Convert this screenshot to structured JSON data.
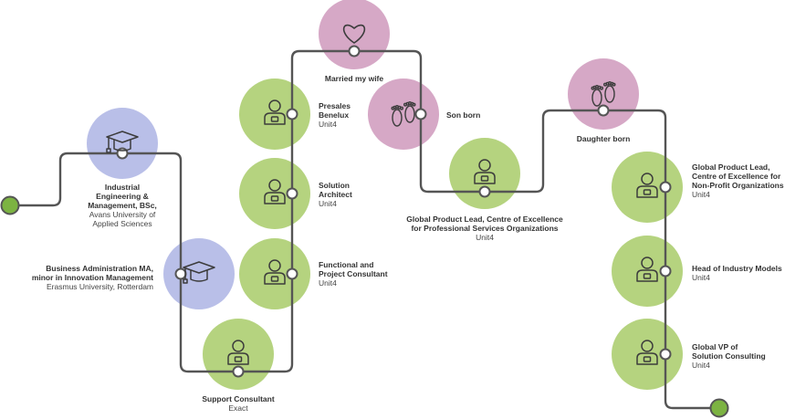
{
  "colors": {
    "path": "#555555",
    "work": "#b5d37f",
    "education": "#b9bfe8",
    "personal": "#d6a8c6",
    "endpoint": "#7cb342",
    "icon_stroke": "#3c3c3c"
  },
  "milestones": {
    "industrial": {
      "title_lines": [
        "Industrial",
        "Engineering &",
        "Management, BSc,"
      ],
      "sub_lines": [
        "Avans University of",
        "Applied Sciences"
      ],
      "icon": "graduation-cap-icon"
    },
    "business": {
      "title_lines": [
        "Business Administration MA,",
        "minor in Innovation Management"
      ],
      "sub_lines": [
        "Erasmus University, Rotterdam"
      ],
      "icon": "graduation-cap-icon"
    },
    "support": {
      "title_lines": [
        "Support Consultant"
      ],
      "sub_lines": [
        "Exact"
      ],
      "icon": "person-icon"
    },
    "functional": {
      "title_lines": [
        "Functional and",
        "Project Consultant"
      ],
      "sub_lines": [
        "Unit4"
      ],
      "icon": "person-icon"
    },
    "solution": {
      "title_lines": [
        "Solution",
        "Architect"
      ],
      "sub_lines": [
        "Unit4"
      ],
      "icon": "person-icon"
    },
    "presales": {
      "title_lines": [
        "Presales",
        "Benelux"
      ],
      "sub_lines": [
        "Unit4"
      ],
      "icon": "person-icon"
    },
    "married": {
      "title_lines": [
        "Married my wife"
      ],
      "sub_lines": [],
      "icon": "heart-icon"
    },
    "son": {
      "title_lines": [
        "Son born"
      ],
      "sub_lines": [],
      "icon": "footprints-icon"
    },
    "gpl_ps": {
      "title_lines": [
        "Global Product Lead, Centre of Excellence",
        "for Professional Services Organizations"
      ],
      "sub_lines": [
        "Unit4"
      ],
      "icon": "person-icon"
    },
    "daughter": {
      "title_lines": [
        "Daughter born"
      ],
      "sub_lines": [],
      "icon": "footprints-icon"
    },
    "gpl_np": {
      "title_lines": [
        "Global Product Lead,",
        "Centre of Excellence for",
        "Non-Profit Organizations"
      ],
      "sub_lines": [
        "Unit4"
      ],
      "icon": "person-icon"
    },
    "industry": {
      "title_lines": [
        "Head of Industry Models"
      ],
      "sub_lines": [
        "Unit4"
      ],
      "icon": "person-icon"
    },
    "vp": {
      "title_lines": [
        "Global VP of",
        "Solution Consulting"
      ],
      "sub_lines": [
        "Unit4"
      ],
      "icon": "person-icon"
    }
  }
}
